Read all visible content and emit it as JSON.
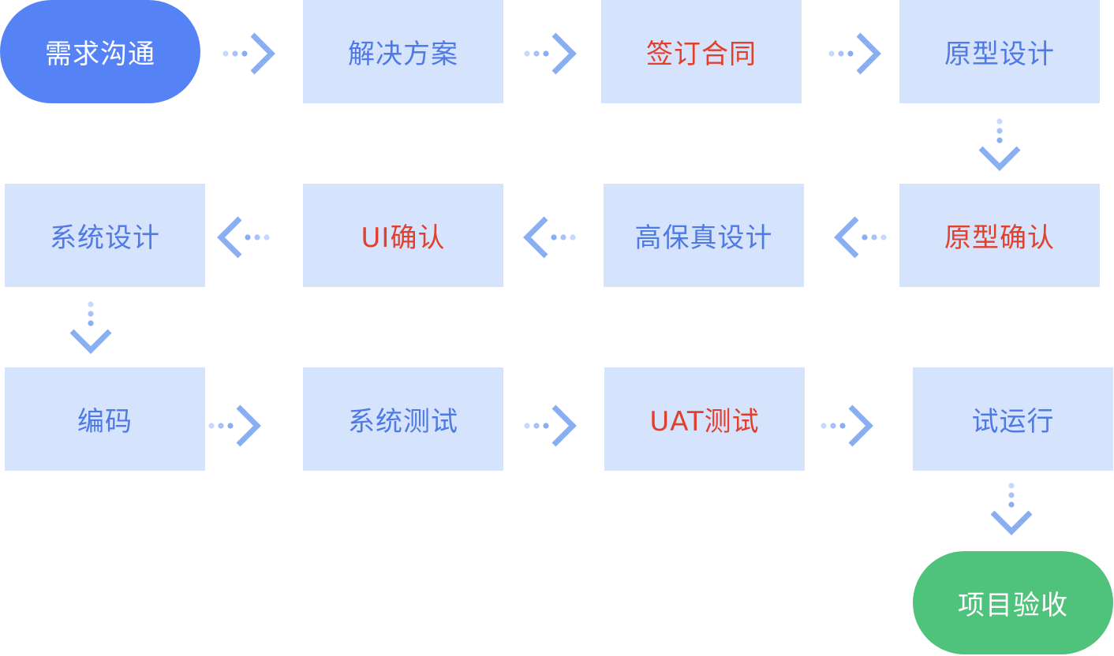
{
  "flow": {
    "colors": {
      "box_fill": "#d6e3fc",
      "text_blue": "#4f7ae3",
      "text_red": "#e0402c",
      "start_fill": "#5583f6",
      "end_fill": "#4fc27c",
      "arrow": "#8aaef2",
      "arrow_dots_light": "#c8d8fa"
    },
    "steps": [
      {
        "label": "需求沟通",
        "style": "start"
      },
      {
        "label": "解决方案",
        "style": "normal"
      },
      {
        "label": "签订合同",
        "style": "key"
      },
      {
        "label": "原型设计",
        "style": "normal"
      },
      {
        "label": "原型确认",
        "style": "key"
      },
      {
        "label": "高保真设计",
        "style": "normal"
      },
      {
        "label": "UI确认",
        "style": "key"
      },
      {
        "label": "系统设计",
        "style": "normal"
      },
      {
        "label": "编码",
        "style": "normal"
      },
      {
        "label": "系统测试",
        "style": "normal"
      },
      {
        "label": "UAT测试",
        "style": "key"
      },
      {
        "label": "试运行",
        "style": "normal"
      },
      {
        "label": "项目验收",
        "style": "end"
      }
    ],
    "arrow_icon": "dotted-chevron-arrow"
  }
}
